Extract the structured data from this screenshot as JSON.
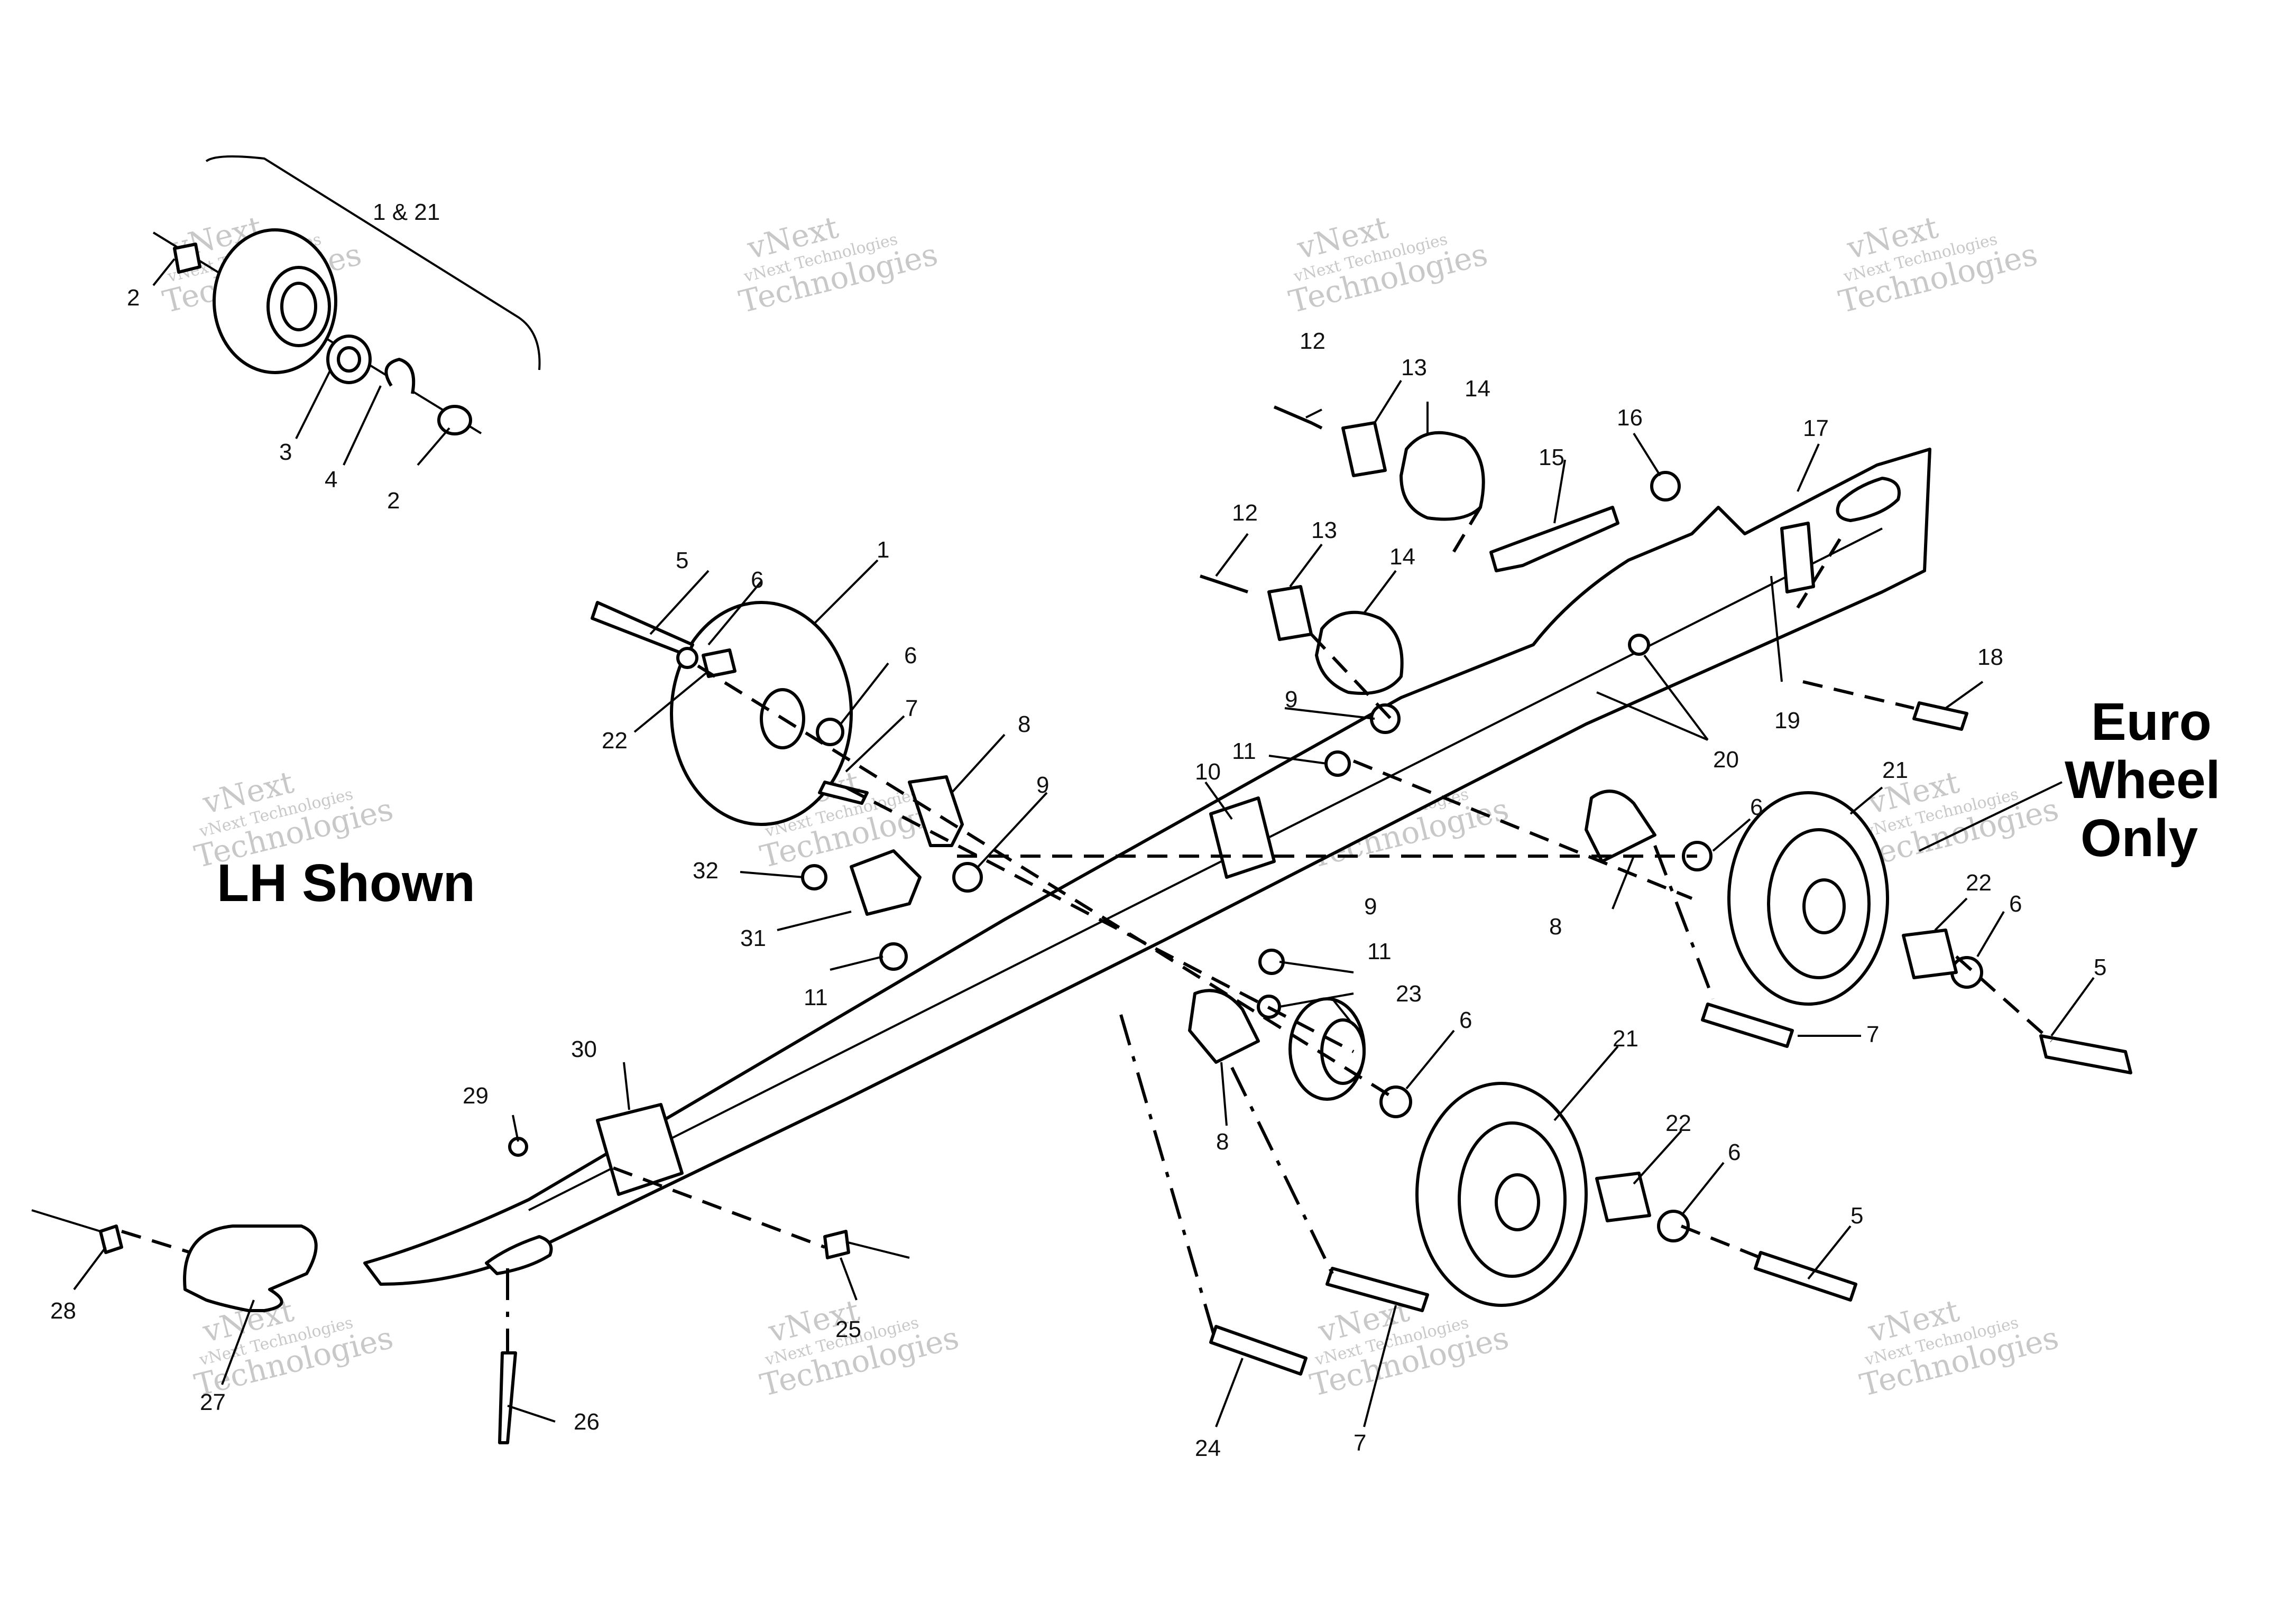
{
  "diagram": {
    "captions": {
      "lh_shown": "LH Shown",
      "euro_line1": "Euro",
      "euro_line2": "Wheel",
      "euro_line3": "Only"
    },
    "kit_label": "1 & 21",
    "watermark": {
      "line1": "vNext",
      "line2": "vNext Technologies",
      "line3": "Technologies"
    },
    "callouts": [
      "1",
      "2",
      "3",
      "4",
      "5",
      "6",
      "7",
      "8",
      "9",
      "10",
      "11",
      "12",
      "13",
      "14",
      "15",
      "16",
      "17",
      "18",
      "19",
      "20",
      "21",
      "22",
      "23",
      "24",
      "25",
      "26",
      "27",
      "28",
      "29",
      "30",
      "31",
      "32"
    ],
    "palette": {
      "ink": "#000000",
      "watermark": "#c8c8c8",
      "paper": "#ffffff"
    }
  }
}
